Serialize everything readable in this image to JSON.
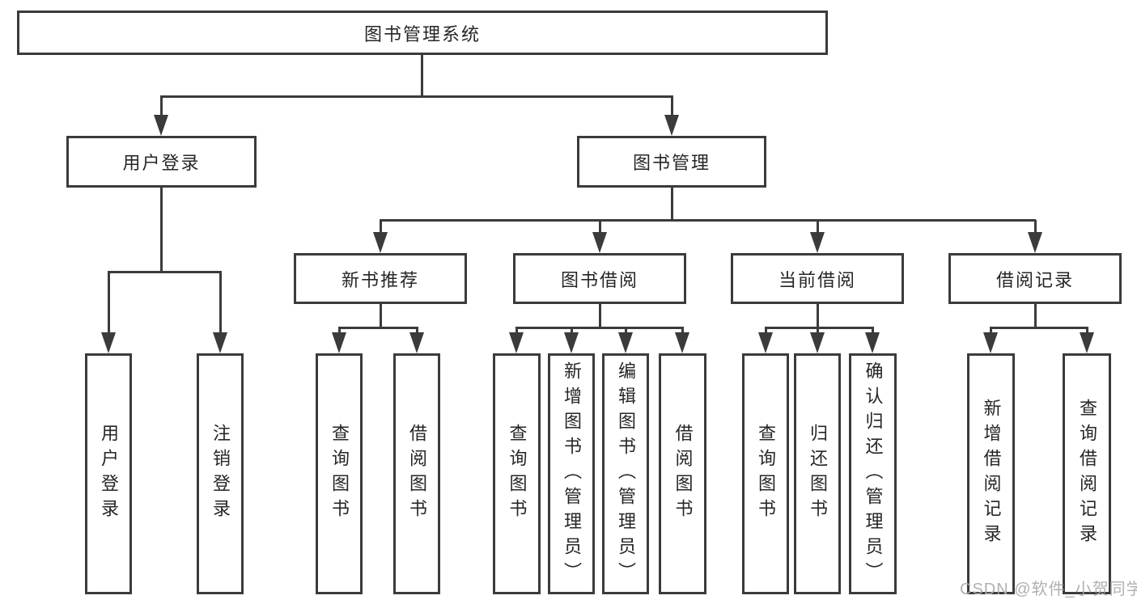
{
  "diagram": {
    "title": "图书管理系统",
    "root": {
      "label": "图书管理系统"
    },
    "level2": [
      {
        "label": "用户登录"
      },
      {
        "label": "图书管理"
      }
    ],
    "level3": [
      {
        "label": "新书推荐",
        "parent": "图书管理"
      },
      {
        "label": "图书借阅",
        "parent": "图书管理"
      },
      {
        "label": "当前借阅",
        "parent": "图书管理"
      },
      {
        "label": "借阅记录",
        "parent": "图书管理"
      }
    ],
    "leaves": [
      {
        "label": "用户登录",
        "parent": "用户登录"
      },
      {
        "label": "注销登录",
        "parent": "用户登录"
      },
      {
        "label": "查询图书",
        "parent": "新书推荐"
      },
      {
        "label": "借阅图书",
        "parent": "新书推荐"
      },
      {
        "label": "查询图书",
        "parent": "图书借阅"
      },
      {
        "label": "新增图书（管理员）",
        "parent": "图书借阅"
      },
      {
        "label": "编辑图书（管理员）",
        "parent": "图书借阅"
      },
      {
        "label": "借阅图书",
        "parent": "图书借阅"
      },
      {
        "label": "查询图书",
        "parent": "当前借阅"
      },
      {
        "label": "归还图书",
        "parent": "当前借阅"
      },
      {
        "label": "确认归还（管理员）",
        "parent": "当前借阅"
      },
      {
        "label": "新增借阅记录",
        "parent": "借阅记录"
      },
      {
        "label": "查询借阅记录",
        "parent": "借阅记录"
      }
    ]
  },
  "watermark": {
    "text": "CSDN @软件_小贺同学"
  },
  "colors": {
    "line": "#3b3b3b",
    "text": "#262626",
    "background": "#ffffff",
    "watermark": "#aaaaaa"
  }
}
